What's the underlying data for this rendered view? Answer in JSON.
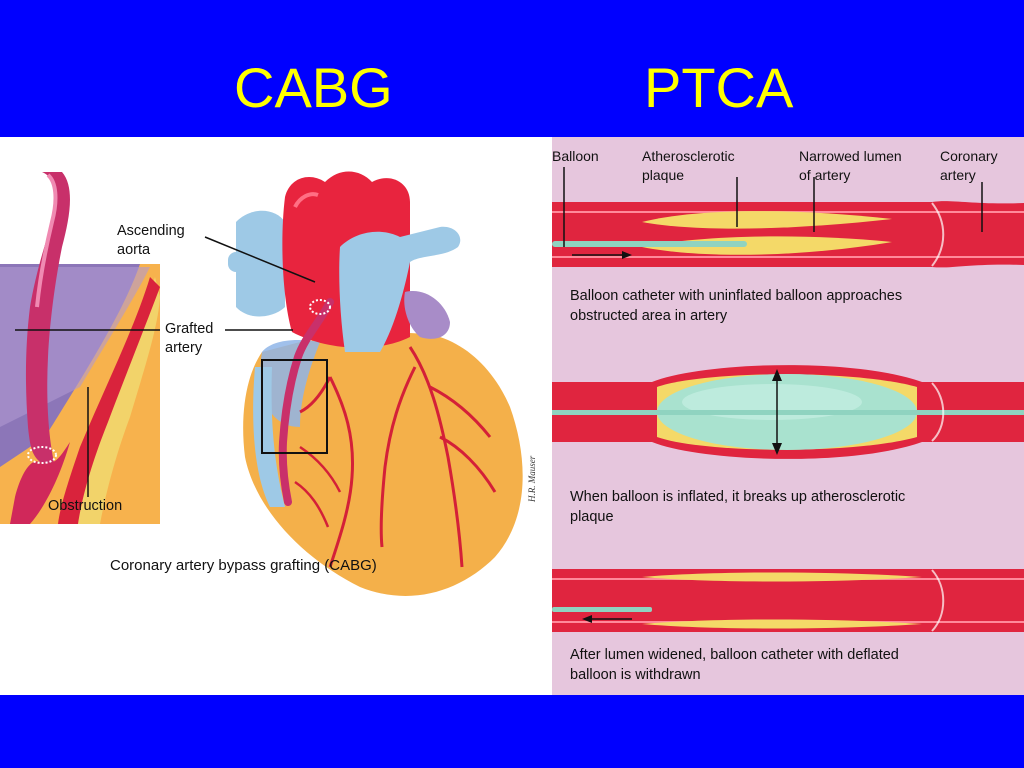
{
  "slide": {
    "left_title": "CABG",
    "right_title": "PTCA"
  },
  "cabg": {
    "labels": {
      "ascending_aorta_line1": "Ascending",
      "ascending_aorta_line2": "aorta",
      "grafted_artery_line1": "Grafted",
      "grafted_artery_line2": "artery",
      "obstruction": "Obstruction"
    },
    "caption": "Coronary artery bypass grafting (CABG)",
    "signature": "H.R. Mauser"
  },
  "ptca": {
    "labels": {
      "balloon": "Balloon",
      "plaque_line1": "Atherosclerotic",
      "plaque_line2": "plaque",
      "narrowed_line1": "Narrowed lumen",
      "narrowed_line2": "of artery",
      "coronary_line1": "Coronary",
      "coronary_line2": "artery"
    },
    "steps": [
      {
        "line1": "Balloon catheter with uninflated balloon approaches",
        "line2": "obstructed area in artery"
      },
      {
        "line1": "When balloon is inflated, it breaks up atherosclerotic",
        "line2": "plaque"
      },
      {
        "line1": "After lumen widened, balloon catheter with deflated",
        "line2": "balloon is withdrawn"
      }
    ]
  },
  "colors": {
    "background": "#0000ff",
    "title": "#ffff00",
    "artery": "#e0253f",
    "plaque": "#f4d968",
    "balloon": "#a9e2cf",
    "heart": "#f4b04a",
    "vein": "#9ec9e6"
  }
}
